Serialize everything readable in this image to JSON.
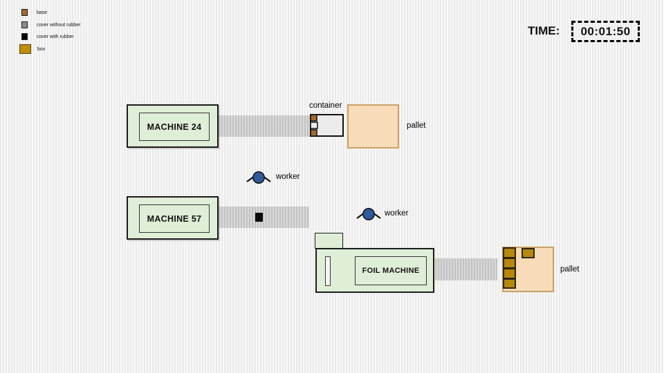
{
  "legend": {
    "items": [
      {
        "label": "base",
        "color": "#a36a2e"
      },
      {
        "label": "cover without rubber",
        "color": "#8c8c8c"
      },
      {
        "label": "cover with rubber",
        "color": "#000000"
      },
      {
        "label": "box",
        "color": "#bf8d0a"
      }
    ]
  },
  "time": {
    "label": "TIME:",
    "value": "00:01:50"
  },
  "machines": {
    "machine24": {
      "label": "MACHINE 24"
    },
    "machine57": {
      "label": "MACHINE 57"
    },
    "foil": {
      "label": "FOIL MACHINE"
    }
  },
  "scene_labels": {
    "container": "container",
    "pallet_top": "pallet",
    "pallet_bottom": "pallet",
    "worker_top": "worker",
    "worker_bottom": "worker"
  },
  "colors": {
    "machine_fill": "#dfeed7",
    "container_fill": "#ececec",
    "pallet_fill": "#f8dcba",
    "pallet_border": "#c9a165",
    "box_gold": "#b8880c",
    "base_brown": "#a36a2e",
    "cover_gray": "#8c8c8c",
    "cover_black": "#000000",
    "worker_blue": "#2e5a9c"
  }
}
